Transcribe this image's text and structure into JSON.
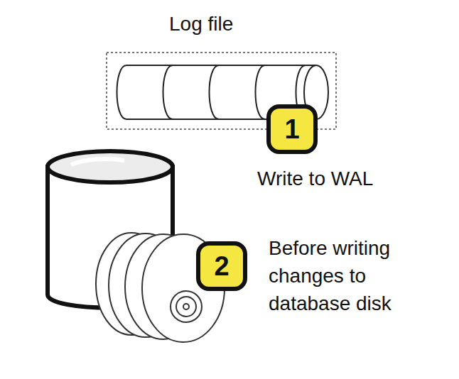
{
  "diagram": {
    "labels": [
      "Log file",
      "1",
      "Write to WAL",
      "2",
      "Before writing changes to database disk"
    ]
  }
}
